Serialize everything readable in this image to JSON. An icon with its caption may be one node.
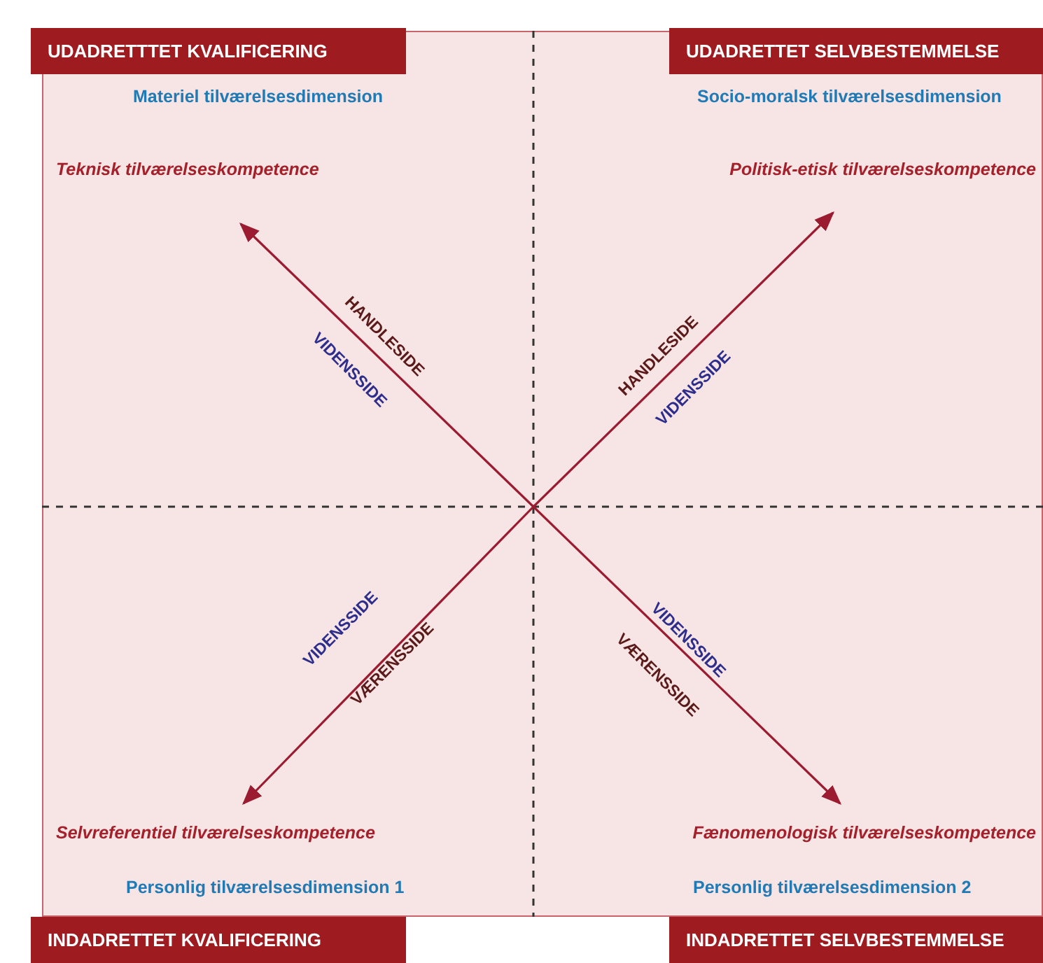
{
  "diagram": {
    "nodes": [
      {
        "text": [
          "UDADRETTTET KVALIFICERING"
        ]
      },
      {
        "text": [
          "UDADRETTET SELVBESTEMMELSE"
        ]
      },
      {
        "text": [
          "Materiel tilværelsesdimension"
        ]
      },
      {
        "text": [
          "Socio-moralsk tilværelsesdimension"
        ]
      },
      {
        "text": [
          "Teknisk tilværelseskompetence"
        ]
      },
      {
        "text": [
          "Politisk-etisk tilværelseskompetence"
        ]
      },
      {
        "text": [
          "Selvreferentiel tilværelseskompetence"
        ]
      },
      {
        "text": [
          "Fænomenologisk tilværelseskompetence"
        ]
      },
      {
        "text": [
          "Personlig tilværelsesdimension 1"
        ]
      },
      {
        "text": [
          "Personlig tilværelsesdimension 2"
        ]
      },
      {
        "text": [
          "INDADRETTET KVALIFICERING"
        ]
      },
      {
        "text": [
          "INDADRETTET SELVBESTEMMELSE"
        ]
      }
    ],
    "edges": [
      {
        "from": null,
        "to": 4,
        "arrow": "to"
      },
      {
        "from": null,
        "to": 5,
        "arrow": "to"
      },
      {
        "from": null,
        "to": 6,
        "arrow": "to"
      },
      {
        "from": null,
        "to": 7,
        "arrow": "to"
      }
    ],
    "labels": [
      "HANDLESIDE",
      "VIDENSSIDE",
      "HANDLESIDE",
      "VIDENSSIDE",
      "VIDENSSIDE",
      "VÆRENSSIDE",
      "VIDENSSIDE",
      "VÆRENSSIDE"
    ]
  }
}
